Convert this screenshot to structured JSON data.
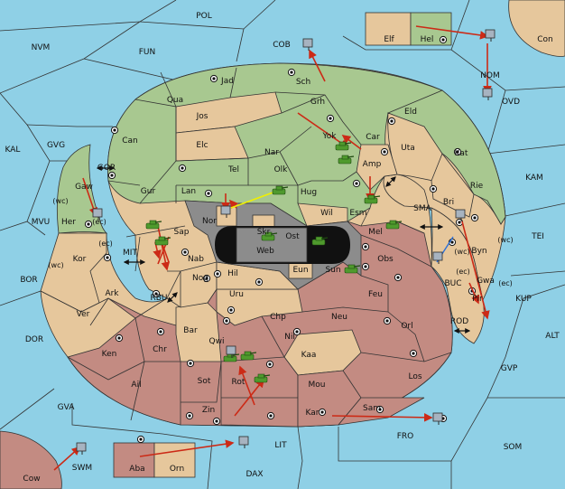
{
  "colors": {
    "sea": "#8fd0e6",
    "land_neutral": "#e6c79c",
    "land_green": "#a8c890",
    "land_red": "#c38b82",
    "land_gray": "#8c8c8c",
    "black": "#111111",
    "arrow": "#cc2a16",
    "support": "#f0f000",
    "convoy": "#2b6fd6"
  },
  "sea_regions": [
    "POL",
    "NVM",
    "FUN",
    "COB",
    "NOM",
    "OVD",
    "Con",
    "KAL",
    "GVG",
    "GOR",
    "MVU",
    "BOR",
    "DOR",
    "MIT",
    "RBU",
    "GVA",
    "SWM",
    "LIT",
    "DAX",
    "FRO",
    "SOM",
    "GVP",
    "ALT",
    "KUP",
    "TEI",
    "KAM",
    "SMA",
    "BUC",
    "ROD"
  ],
  "land_regions": {
    "Elf": "neutral",
    "Hel": "green",
    "Jad": "green",
    "Sch": "green",
    "Qua": "green",
    "Jos": "neutral",
    "Grh": "green",
    "Eld": "green",
    "Can": "green",
    "Elc": "neutral",
    "Nar": "green",
    "Car": "green",
    "Uta": "neutral",
    "Kat": "green",
    "Tel": "green",
    "Olk": "green",
    "Yok": "green",
    "Amp": "neutral",
    "Gur": "green",
    "Lan": "green",
    "Hug": "green",
    "Rie": "neutral",
    "Esm": "green",
    "Bri": "neutral",
    "Gaw": "green",
    "Her": "green",
    "Wil": "neutral",
    "Nor": "gray",
    "Skr": "neutral",
    "Ost": "gray",
    "Sap": "red",
    "Web": "gray",
    "Mel": "red",
    "Byn": "neutral",
    "Kor": "neutral",
    "Nab": "red",
    "Eun": "neutral",
    "Sun": "gray",
    "Obs": "red",
    "Gwa": "neutral",
    "Hil": "neutral",
    "Nog": "neutral",
    "Ark": "neutral",
    "Uru": "neutral",
    "Feu": "red",
    "Pir": "neutral",
    "Ver": "neutral",
    "Chp": "neutral",
    "Neu": "red",
    "Orl": "red",
    "Bar": "neutral",
    "Qwi": "neutral",
    "Nil": "red",
    "Ken": "red",
    "Chr": "red",
    "Kaa": "neutral",
    "Los": "red",
    "Ail": "red",
    "Sot": "red",
    "Rot": "red",
    "Mou": "red",
    "Zin": "red",
    "Kar": "red",
    "Sam": "red",
    "Cow": "red",
    "Aba": "red",
    "Orn": "neutral"
  },
  "coast_tags": [
    "(wc)",
    "(ec)",
    "(ec)",
    "(wc)",
    "(wc)",
    "(ec)",
    "(wc)",
    "(ec)"
  ]
}
